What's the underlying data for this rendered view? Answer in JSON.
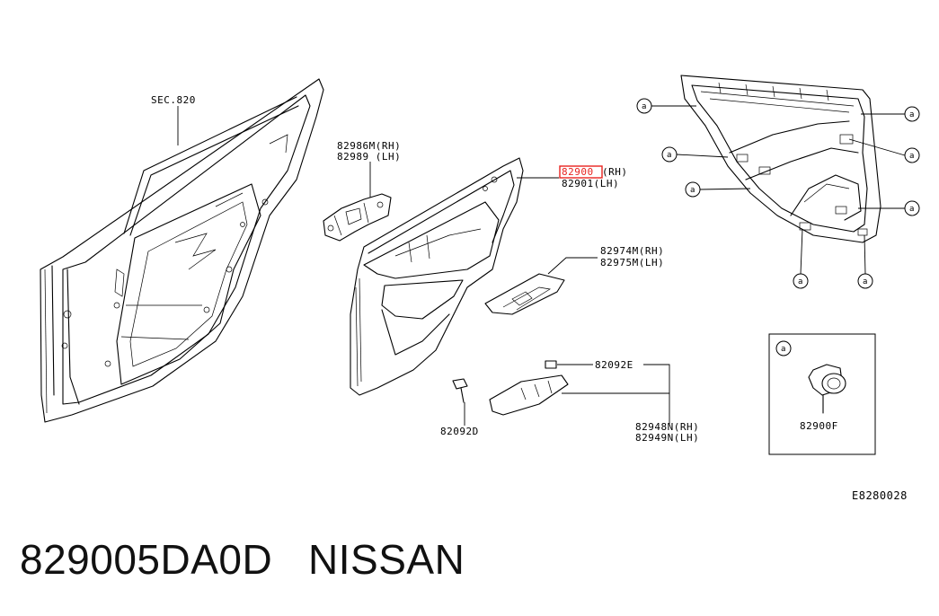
{
  "labels": {
    "sec": "SEC.820",
    "p82986": "82986M(RH)",
    "p82989": "82989 (LH)",
    "p82900": "82900",
    "p82900_side": "(RH)",
    "p82901": "82901(LH)",
    "p82974": "82974M(RH)",
    "p82975": "82975M(LH)",
    "p82092e": "82092E",
    "p82948": "82948N(RH)",
    "p82949": "82949N(LH)",
    "p82092d": "82092D",
    "p82900f": "82900F",
    "ref": "E8280028",
    "callout": "a"
  },
  "caption": {
    "part_number": "829005DA0D",
    "brand": "NISSAN"
  },
  "colors": {
    "highlight": "#e8231f",
    "ink": "#000000"
  }
}
